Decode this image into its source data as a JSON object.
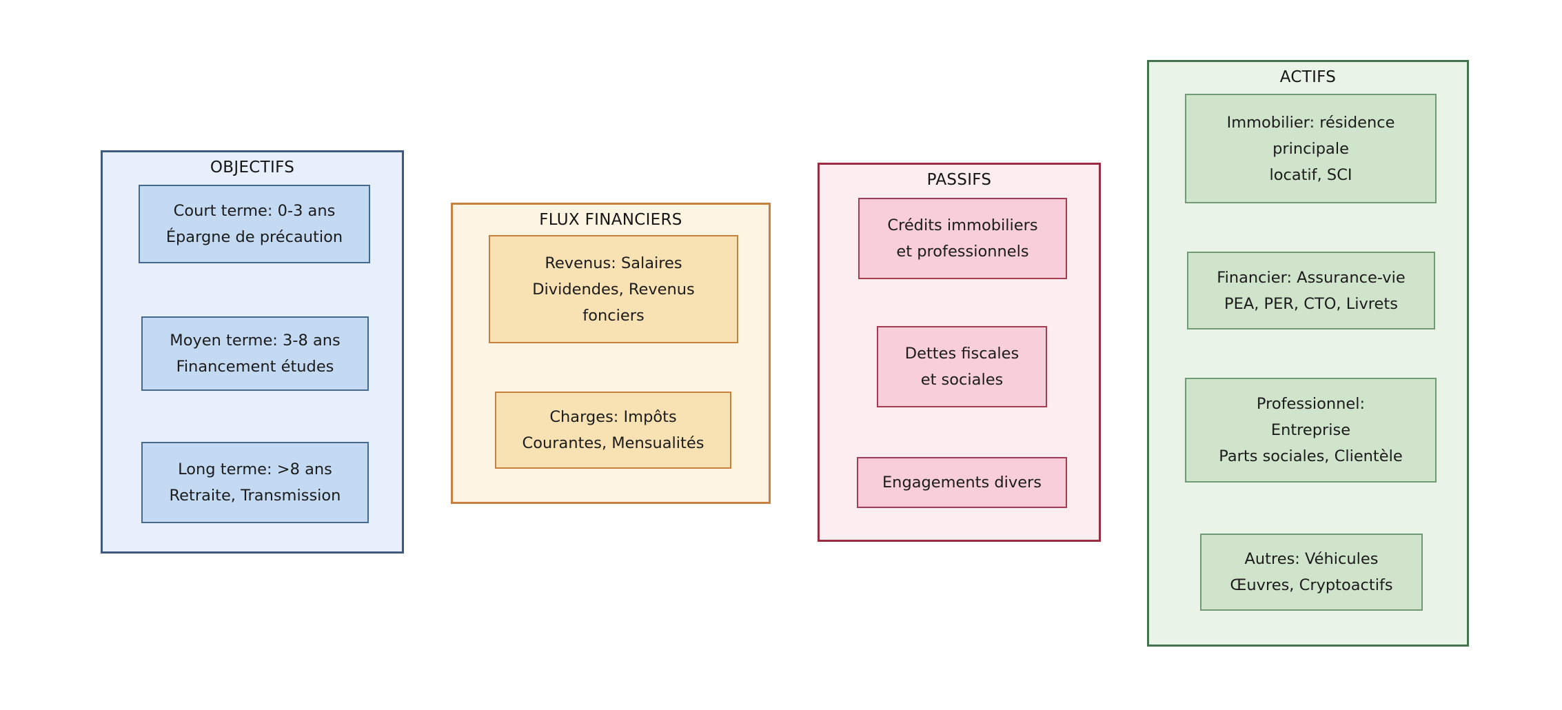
{
  "page": {
    "background": "#ffffff",
    "text_color": "#1b1b1b"
  },
  "groups": [
    {
      "id": "objectifs",
      "title": "OBJECTIFS",
      "colors": {
        "fill": "#e7effa",
        "border": "#3d5a7e",
        "item_fill": "#c4daf3",
        "item_border": "#44688f"
      },
      "items": [
        {
          "lines": [
            "Court terme: 0-3 ans",
            "Épargne de précaution"
          ]
        },
        {
          "lines": [
            "Moyen terme: 3-8 ans",
            "Financement études"
          ]
        },
        {
          "lines": [
            "Long terme: >8 ans",
            "Retraite, Transmission"
          ]
        }
      ]
    },
    {
      "id": "flux-financiers",
      "title": "FLUX FINANCIERS",
      "colors": {
        "fill": "#fdf4e2",
        "border": "#c8803e",
        "item_fill": "#f8e1b2",
        "item_border": "#c8803e"
      },
      "items": [
        {
          "lines": [
            "Revenus: Salaires",
            "Dividendes, Revenus",
            "fonciers"
          ]
        },
        {
          "lines": [
            "Charges: Impôts",
            "Courantes, Mensualités"
          ]
        }
      ]
    },
    {
      "id": "passifs",
      "title": "PASSIFS",
      "colors": {
        "fill": "#fcedf1",
        "border": "#9a2b40",
        "item_fill": "#f7ced9",
        "item_border": "#a53a50"
      },
      "items": [
        {
          "lines": [
            "Crédits immobiliers",
            "et professionnels"
          ]
        },
        {
          "lines": [
            "Dettes fiscales",
            "et sociales"
          ]
        },
        {
          "lines": [
            "Engagements divers"
          ]
        }
      ]
    },
    {
      "id": "actifs",
      "title": "ACTIFS",
      "colors": {
        "fill": "#eaf3e7",
        "border": "#44724c",
        "item_fill": "#d0e4cc",
        "item_border": "#6f9a74"
      },
      "items": [
        {
          "lines": [
            "Immobilier: résidence",
            "principale",
            "locatif, SCI"
          ]
        },
        {
          "lines": [
            "Financier: Assurance-vie",
            "PEA, PER, CTO, Livrets"
          ]
        },
        {
          "lines": [
            "Professionnel:",
            "Entreprise",
            "Parts sociales, Clientèle"
          ]
        },
        {
          "lines": [
            "Autres: Véhicules",
            "Œuvres, Cryptoactifs"
          ]
        }
      ]
    }
  ]
}
